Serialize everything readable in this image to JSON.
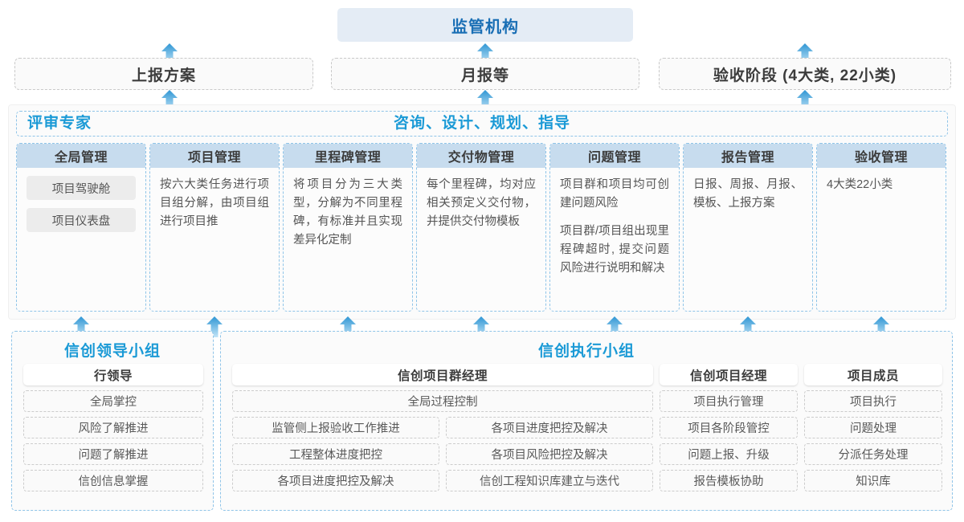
{
  "top": {
    "regulator": "监管机构",
    "reports": [
      "上报方案",
      "月报等",
      "验收阶段 (4大类, 22小类)"
    ]
  },
  "middle": {
    "title_left": "评审专家",
    "title_center": "咨询、设计、规划、指导",
    "columns": [
      {
        "header": "全局管理",
        "pills": [
          "项目驾驶舱",
          "项目仪表盘"
        ],
        "paragraphs": []
      },
      {
        "header": "项目管理",
        "pills": [],
        "paragraphs": [
          "按六大类任务进行项目组分解，由项目组进行项目推"
        ]
      },
      {
        "header": "里程碑管理",
        "pills": [],
        "paragraphs": [
          "将项目分为三大类型，分解为不同里程碑，有标准并且实现差异化定制"
        ]
      },
      {
        "header": "交付物管理",
        "pills": [],
        "paragraphs": [
          "每个里程碑，均对应相关预定义交付物，并提供交付物模板"
        ]
      },
      {
        "header": "问题管理",
        "pills": [],
        "paragraphs": [
          "项目群和项目均可创建问题风险",
          "项目群/项目组出现里程碑超时, 提交问题风险进行说明和解决"
        ]
      },
      {
        "header": "报告管理",
        "pills": [],
        "paragraphs": [
          "日报、周报、月报、模板、上报方案"
        ]
      },
      {
        "header": "验收管理",
        "pills": [],
        "paragraphs": [
          "4大类22小类"
        ]
      }
    ]
  },
  "bottom": {
    "leader_group": {
      "title": "信创领导小组",
      "role": "行领导",
      "items": [
        "全局掌控",
        "风险了解推进",
        "问题了解推进",
        "信创信息掌握"
      ]
    },
    "exec_group": {
      "title": "信创执行小组",
      "program_manager": {
        "role": "信创项目群经理",
        "full_item": "全局过程控制",
        "left_items": [
          "监管侧上报验收工作推进",
          "工程整体进度把控",
          "各项目进度把控及解决"
        ],
        "right_items": [
          "各项目进度把控及解决",
          "各项目风险把控及解决",
          "信创工程知识库建立与迭代"
        ]
      },
      "project_manager": {
        "role": "信创项目经理",
        "items": [
          "项目执行管理",
          "项目各阶段管控",
          "问题上报、升级",
          "报告模板协助"
        ]
      },
      "project_member": {
        "role": "项目成员",
        "items": [
          "项目执行",
          "问题处理",
          "分派任务处理",
          "知识库"
        ]
      }
    }
  },
  "colors": {
    "banner_bg": "#e4ecf5",
    "banner_text": "#1a6fb5",
    "accent_blue": "#1b9ad6",
    "col_header_bg": "#c7dcee",
    "arrow_top": "#2f96d4",
    "arrow_bottom": "#b9e1f5"
  }
}
